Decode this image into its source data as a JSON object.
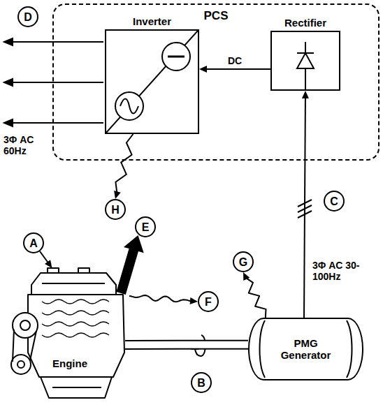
{
  "diagram": {
    "nodes": [
      {
        "text": [
          "PCS"
        ]
      },
      {
        "text": [
          "Inverter"
        ],
        "in": 0
      },
      {
        "text": [
          "Rectifier"
        ],
        "in": 0
      },
      {
        "text": [
          "D"
        ]
      },
      {
        "text": [
          "H"
        ]
      },
      {
        "text": [
          "A"
        ]
      },
      {
        "text": [
          "E"
        ]
      },
      {
        "text": [
          "C"
        ]
      },
      {
        "text": [
          "G"
        ]
      },
      {
        "text": [
          "F"
        ]
      },
      {
        "text": [
          "Engine"
        ]
      },
      {
        "text": [
          "PMG Generator"
        ]
      },
      {
        "text": [
          "B"
        ]
      }
    ],
    "edges": [
      {
        "from": 2,
        "to": 1,
        "arrow": "to",
        "label": "DC"
      },
      {
        "from": 11,
        "to": 2,
        "arrow": "to"
      },
      {
        "from": 10,
        "to": 11,
        "arrow": "none"
      },
      {
        "from": 5,
        "to": 10,
        "arrow": "to"
      },
      {
        "from": 10,
        "to": 6,
        "arrow": "to"
      },
      {
        "from": 10,
        "to": 9,
        "arrow": "to"
      },
      {
        "from": 11,
        "to": 8,
        "arrow": "to"
      },
      {
        "from": 1,
        "to": 4,
        "arrow": "to"
      }
    ],
    "labels": [
      "3Φ AC 60Hz",
      "3Φ AC 30-100Hz"
    ]
  }
}
